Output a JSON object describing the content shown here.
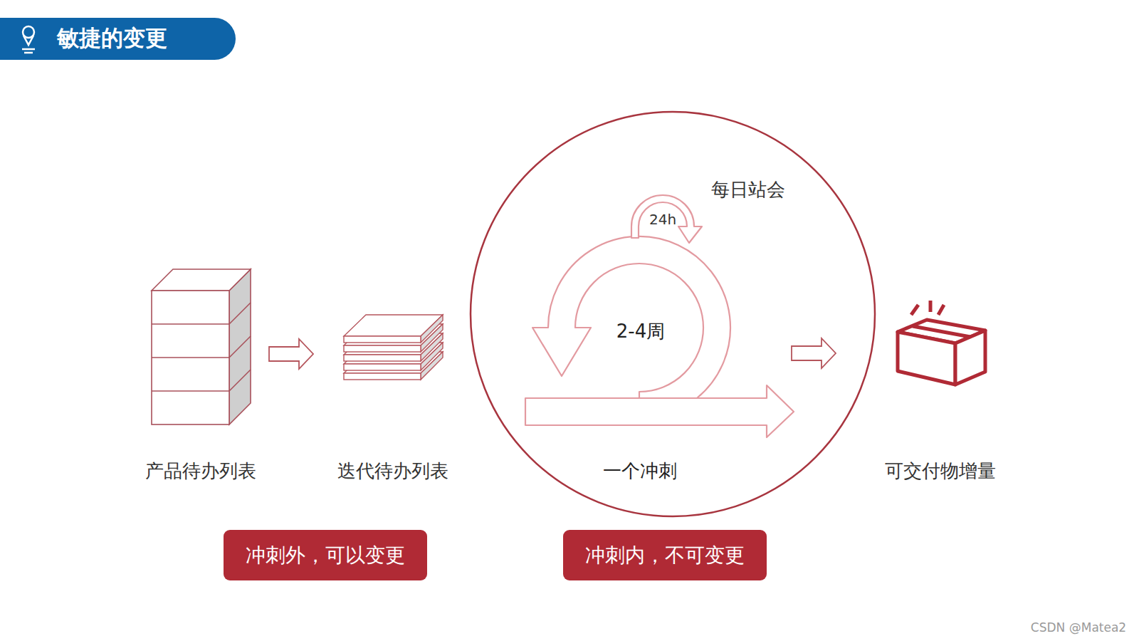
{
  "diagram": {
    "title": "敏捷的变更",
    "nodes": [
      {
        "text": [
          "每日站会",
          "24h",
          "2-4周",
          "一个冲刺"
        ]
      },
      {
        "text": [
          "冲刺外，可以变更"
        ]
      },
      {
        "text": [
          "冲刺内，不可变更"
        ]
      }
    ],
    "labels": [
      "产品待办列表",
      "迭代待办列表",
      "可交付物增量",
      "CSDN @Matea2"
    ]
  }
}
